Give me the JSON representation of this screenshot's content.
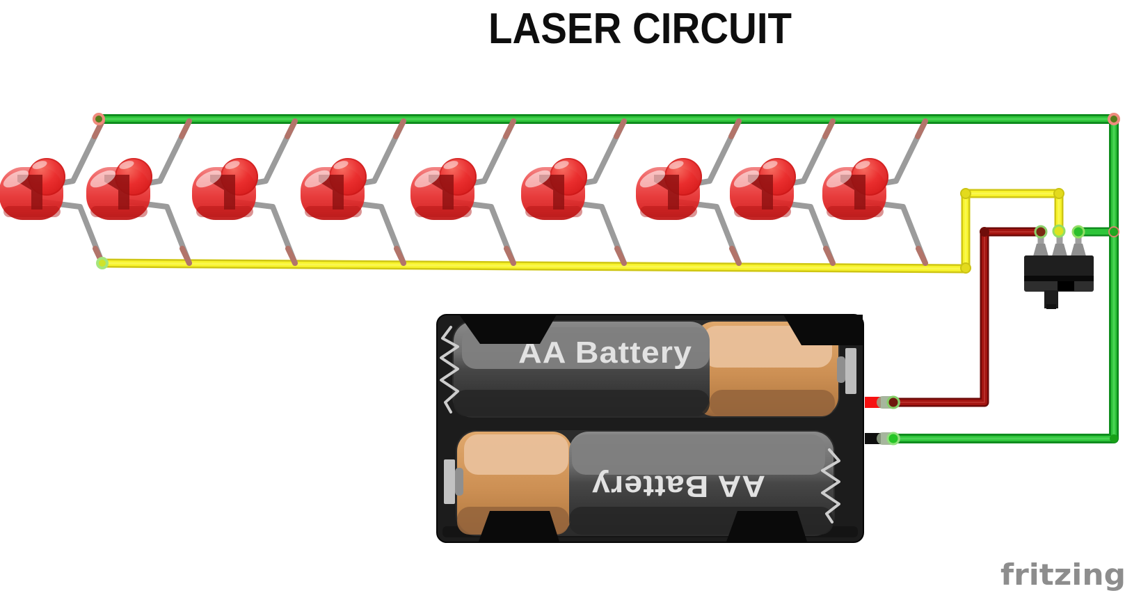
{
  "title": "LASER CIRCUIT",
  "watermark": "fritzing",
  "circuit": {
    "led_count": 9,
    "led_color_name": "red",
    "led_centers_x": [
      45,
      170,
      322,
      478,
      636,
      795,
      960,
      1095,
      1228
    ],
    "rails": {
      "top_rail_color_name": "green",
      "bottom_rail_color_name": "yellow",
      "battery_positive_wire_color_name": "dark red",
      "battery_negative_wire_color_name": "green"
    },
    "switch": {
      "type": "slide-switch",
      "pin_count": 3
    },
    "battery_holder": {
      "battery_count": 2,
      "batteries": [
        {
          "label": "AA Battery",
          "orientation": "normal"
        },
        {
          "label": "AA Battery",
          "orientation": "flipped-180"
        }
      ]
    }
  },
  "colors": {
    "green_wire": "#2ec53a",
    "green_wire_edge": "#128a1e",
    "yellow_wire": "#f7f32b",
    "yellow_wire_edge": "#cfc614",
    "red_wire": "#a41511",
    "red_wire_edge": "#6d0a08",
    "battery_red_lead": "#f61111",
    "battery_black_lead": "#0e0e0e",
    "lead_gray": "#9b9b9b",
    "lead_copper": "#b2746a",
    "led_body_red": "#e93434",
    "led_symbol_red": "#8f1212",
    "holder_black": "#1c1c1c",
    "battery_gray": "#3f3f3f",
    "battery_gray_light": "#7f7f7f",
    "battery_tan": "#cf9255",
    "battery_tan_light": "#e9c09a",
    "battery_text": "#e2e2e2",
    "title_text": "#0e0e0e",
    "watermark_gray": "#8d8d8d"
  }
}
